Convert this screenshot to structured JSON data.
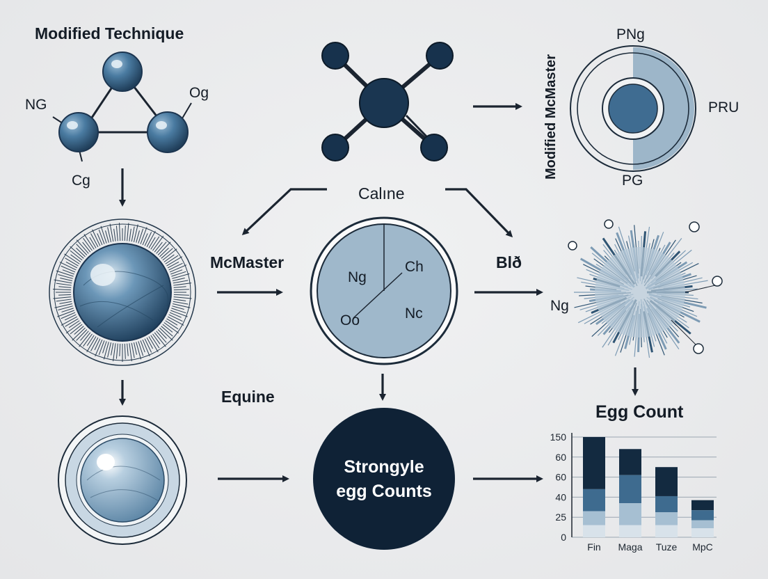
{
  "labels": {
    "modified_technique": "Modified Technique",
    "ng_left": "NG",
    "og": "Og",
    "cg": "Cg",
    "modified_mcmaster": "Modified McMaster",
    "png": "PNg",
    "pru": "PRU",
    "pg": "PG",
    "caline": "Calıne",
    "mcmaster": "McMaster",
    "blo": "Blð",
    "ng_center": "Ng",
    "ch": "Ch",
    "oo": "Oo",
    "nc": "Nc",
    "ng_right": "Ng",
    "equine": "Equine",
    "center_line1": "Strongyle",
    "center_line2": "egg Counts",
    "egg_count": "Egg Count"
  },
  "colors": {
    "dark_navy": "#0f2236",
    "steel_blue": "#3e6b8f",
    "light_blue": "#8fb0c8",
    "pale_blue": "#c9d8e3"
  },
  "chart_data": {
    "type": "bar",
    "title": "Egg Count",
    "categories": [
      "Fin",
      "Maga",
      "Tuze",
      "MpC"
    ],
    "y_ticks": [
      "0",
      "25",
      "40",
      "60",
      "60",
      "150"
    ],
    "segment_levels": [
      [
        1.0,
        0.48,
        0.26,
        0.12
      ],
      [
        0.88,
        0.62,
        0.34,
        0.12
      ],
      [
        0.7,
        0.41,
        0.25,
        0.12
      ],
      [
        0.37,
        0.27,
        0.17,
        0.09
      ]
    ],
    "segment_colors": [
      "#132a40",
      "#3e6b8f",
      "#a6bfd2",
      "#d8e2ea"
    ]
  }
}
